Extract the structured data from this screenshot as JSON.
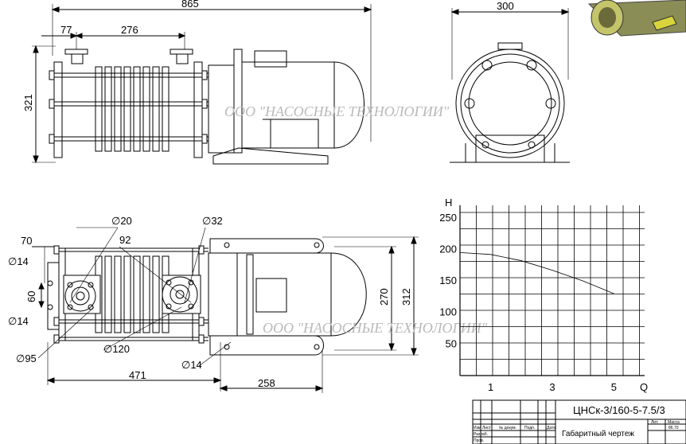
{
  "dimensions": {
    "overall_length": "865",
    "flange_offset": "77",
    "flange_spacing": "276",
    "height": "321",
    "end_width": "300",
    "dia_20": "∅20",
    "dia_32": "∅32",
    "port_spacing": "92",
    "bracket_70": "70",
    "dia_14_a": "∅14",
    "dim_60": "60",
    "dia_14_b": "∅14",
    "dia_95": "∅95",
    "dia_120": "∅120",
    "dia_14_c": "∅14",
    "length_471": "471",
    "motor_258": "258",
    "height_270": "270",
    "height_312": "312"
  },
  "watermark": {
    "text_top": "ООО \"НАСОСНЫЕ ТЕХНОЛОГИИ\"",
    "text_bottom": "ООО \"НАСОСНЫЕ ТЕХНОЛОГИИ\""
  },
  "chart_data": {
    "type": "line",
    "ylabel": "H",
    "xlabel": "Q",
    "x_ticks": [
      "1",
      "3",
      "5"
    ],
    "y_ticks": [
      "250",
      "200",
      "150",
      "100",
      "50"
    ],
    "series": [
      {
        "points": [
          [
            0,
            195
          ],
          [
            1,
            192
          ],
          [
            2,
            182
          ],
          [
            3,
            167
          ],
          [
            4,
            150
          ],
          [
            5,
            130
          ]
        ]
      }
    ]
  },
  "title_block": {
    "designation": "ЦНСк-3/160-5-7.5/3",
    "title": "Габаритный чертеж",
    "mass_header": "Масса",
    "lit_header": "Лит.",
    "mass_value": "86.70",
    "row_labels": [
      "Изм",
      "Лист",
      "№ докум.",
      "Подп.",
      "Дата"
    ],
    "sign_labels": [
      "Разраб.",
      "Пров."
    ]
  }
}
